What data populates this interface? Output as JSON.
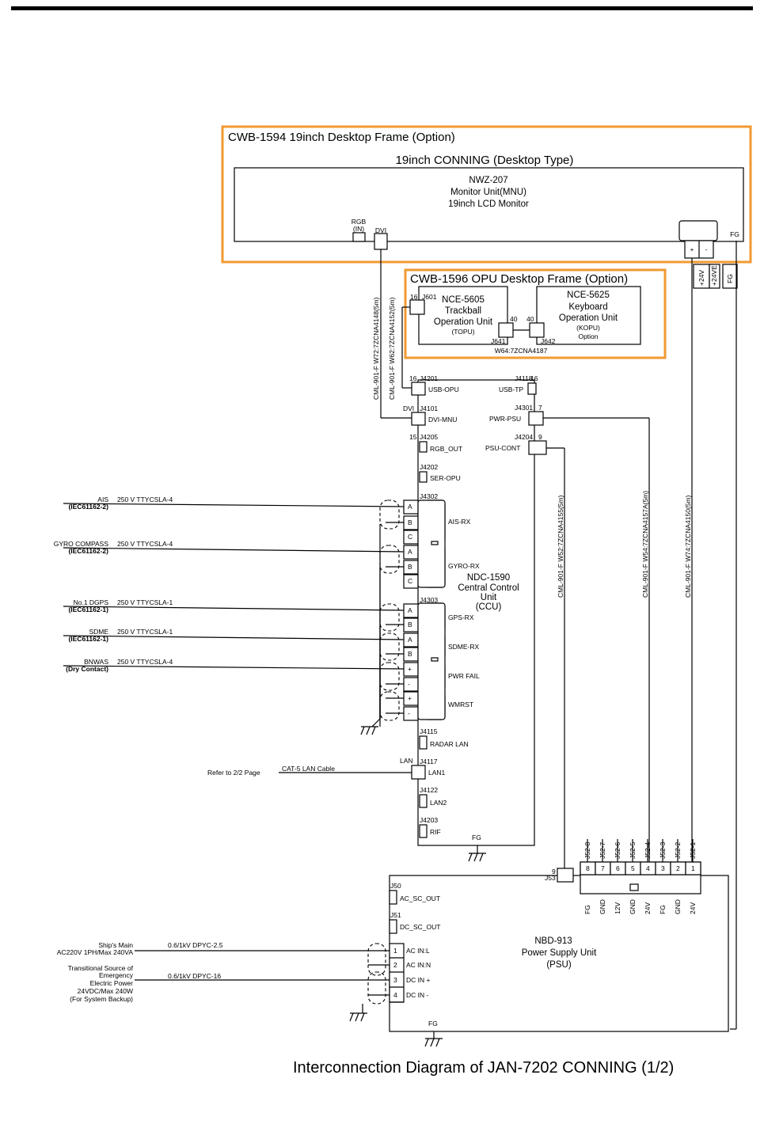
{
  "frame1": {
    "title": "CWB-1594  19inch Desktop Frame (Option)",
    "subtitle": "19inch CONNING (Desktop Type)"
  },
  "mnu": {
    "model": "NWZ-207",
    "name": "Monitor Unit(MNU)",
    "desc": "19inch LCD Monitor",
    "rgb_label": "RGB",
    "rgb_in": "(IN)",
    "dvi_label": "DVI",
    "plus": "+",
    "minus": "-",
    "fg": "FG"
  },
  "frame2": {
    "title": "CWB-1596 OPU Desktop Frame (Option)"
  },
  "topu": {
    "model": "NCE-5605",
    "line1": "Trackball",
    "line2": "Operation Unit",
    "line3": "(TOPU)",
    "j601": "J601",
    "pin16": "16",
    "j641": "J641",
    "pin40": "40"
  },
  "kopu": {
    "model": "NCE-5625",
    "line1": "Keyboard",
    "line2": "Operation Unit",
    "line3": "(KOPU)",
    "line4": "Option",
    "j642": "J642",
    "pin40": "40"
  },
  "w64": "W64:7ZCNA4187",
  "cables": {
    "w72": "CML-901-F W72:7ZCNA4148(5m)",
    "w62": "CML-901-F W62:7ZCNA4152(5m)",
    "w52": "CML-901-F W52:7ZCNA4155(5m)",
    "w54": "CML-901-F W54:7ZCNA4157A(5m)",
    "w74": "CML-901-F W74:7ZCNA4150(5m)"
  },
  "power": {
    "p24v": "+24V",
    "p24ve": "+24VE",
    "fg": "FG"
  },
  "ccu": {
    "model": "NDC-1590",
    "line1": "Central Control",
    "line2": "Unit",
    "line3": "(CCU)",
    "fg": "FG",
    "left_ports": [
      {
        "pin": "16",
        "jack": "J4201",
        "label": "USB-OPU"
      },
      {
        "pin": "DVI",
        "jack": "J4101",
        "label": "DVI-MNU"
      },
      {
        "pin": "15",
        "jack": "J4205",
        "label": "RGB_OUT"
      },
      {
        "pin": "",
        "jack": "J4202",
        "label": "SER-OPU"
      },
      {
        "pin": "",
        "jack": "J4115",
        "label": "RADAR LAN"
      },
      {
        "pin": "LAN",
        "jack": "J4117",
        "label": "LAN1"
      },
      {
        "pin": "",
        "jack": "J4122",
        "label": "LAN2"
      },
      {
        "pin": "",
        "jack": "J4203",
        "label": "RIF"
      }
    ],
    "right_ports": [
      {
        "pin": "16",
        "jack": "J4118",
        "label": "USB-TP"
      },
      {
        "pin": "7",
        "jack": "J4301",
        "label": "PWR-PSU"
      },
      {
        "pin": "9",
        "jack": "J4204",
        "label": "PSU-CONT"
      }
    ],
    "j4302": "J4302",
    "j4303": "J4303",
    "terminals": [
      "A",
      "B",
      "C",
      "A",
      "B",
      "C",
      "A",
      "B",
      "A",
      "B",
      "+",
      "-",
      "+",
      "-"
    ],
    "groups": [
      "AIS-RX",
      "GYRO-RX",
      "GPS-RX",
      "SDME-RX",
      "PWR FAIL",
      "WMRST"
    ]
  },
  "inputs": [
    {
      "name": "AIS",
      "std": "(IEC61162-2)",
      "cable": "250 V TTYCSLA-4"
    },
    {
      "name": "GYRO COMPASS",
      "std": "(IEC61162-2)",
      "cable": "250 V TTYCSLA-4"
    },
    {
      "name": "No.1 DGPS",
      "std": "(IEC61162-1)",
      "cable": "250 V TTYCSLA-1"
    },
    {
      "name": "SDME",
      "std": "(IEC61162-1)",
      "cable": "250 V TTYCSLA-1"
    },
    {
      "name": "BNWAS",
      "std": "(Dry Contact)",
      "cable": "250 V TTYCSLA-4"
    }
  ],
  "lan_ref": {
    "text": "Refer to 2/2 Page",
    "cable": "CAT-5 LAN Cable"
  },
  "psu": {
    "model": "NBD-913",
    "line1": "Power Supply Unit",
    "line2": "(PSU)",
    "fg": "FG",
    "j53": "J53",
    "pin9": "9",
    "j50": "J50",
    "j50_label": "AC_SC_OUT",
    "j51": "J51",
    "j51_label": "DC_SC_OUT",
    "j52_labels": [
      "J52-8",
      "J52-7",
      "J52-6",
      "J52-5",
      "J52-4",
      "J52-3",
      "J52-2",
      "J52-1"
    ],
    "j52_pins": [
      "8",
      "7",
      "6",
      "5",
      "4",
      "3",
      "2",
      "1"
    ],
    "j52_funcs": [
      "FG",
      "GND",
      "12V",
      "GND",
      "24V",
      "FG",
      "GND",
      "24V"
    ],
    "tb_pins": [
      "1",
      "2",
      "3",
      "4"
    ],
    "tb_labels": [
      "AC IN:L",
      "AC IN:N",
      "DC IN +",
      "DC IN -"
    ]
  },
  "mains": {
    "l1": "Ship's Main",
    "l2": "AC220V 1PH/Max 240VA",
    "cable": "0.6/1kV DPYC-2.5"
  },
  "backup": {
    "l1": "Transitional Source of",
    "l2": "Emergency",
    "l3": "Electric Power",
    "l4": "24VDC/Max 240W",
    "l5": "(For System Backup)",
    "cable": "0.6/1kV DPYC-16"
  },
  "caption": "Interconnection Diagram of JAN-7202 CONNING (1/2)"
}
